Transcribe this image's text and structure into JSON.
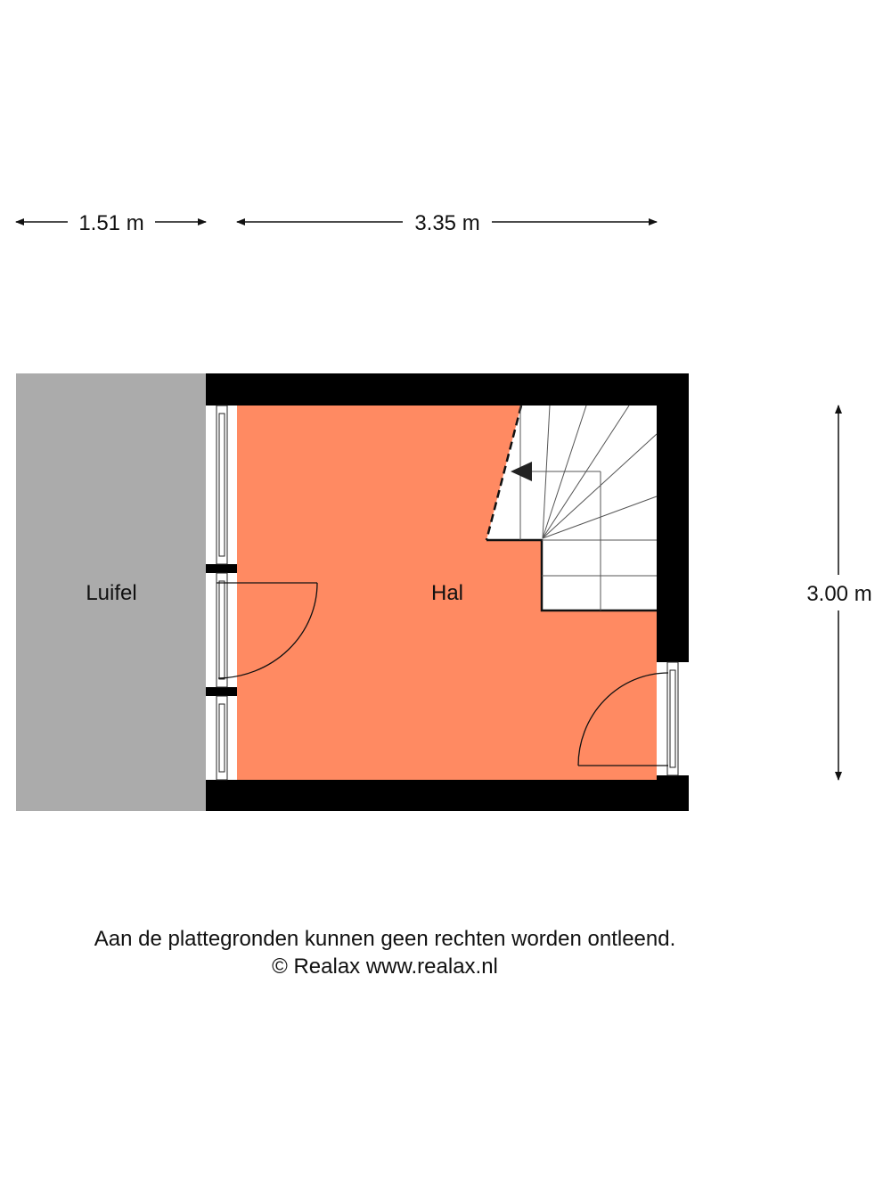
{
  "dimensions": {
    "luifel_width": "1.51 m",
    "hal_width": "3.35 m",
    "depth": "3.00 m"
  },
  "rooms": {
    "luifel": "Luifel",
    "hal": "Hal"
  },
  "colors": {
    "hal_fill": "#FF8A62",
    "luifel_fill": "#ABABAB",
    "wall": "#000000"
  },
  "footer": {
    "disclaimer": "Aan de plattegronden kunnen geen rechten worden ontleend.",
    "copyright": "© Realax www.realax.nl"
  }
}
